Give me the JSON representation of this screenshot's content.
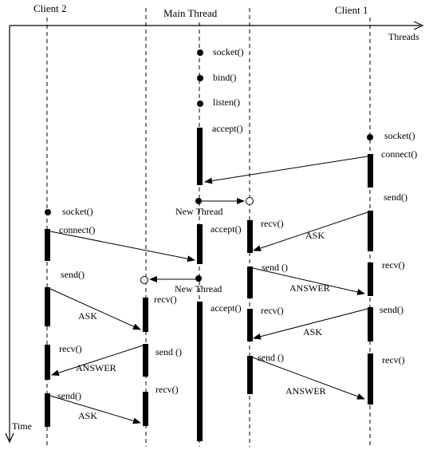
{
  "headers": {
    "client2": "Client 2",
    "main_thread": "Main Thread",
    "client1": "Client 1"
  },
  "axes": {
    "threads": "Threads",
    "time": "Time"
  },
  "main_thread": {
    "socket": "socket()",
    "bind": "bind()",
    "listen": "listen()",
    "accept": "accept()",
    "new_thread_1": "New Thread",
    "new_thread_2": "New Thread"
  },
  "client1": {
    "socket": "socket()",
    "connect": "connect()",
    "send_1": "send()",
    "recv_1": "recv()",
    "send_2": "send()",
    "recv_2": "recv()"
  },
  "client2": {
    "socket": "socket()",
    "connect": "connect()",
    "send_1": "send()",
    "recv_1": "recv()",
    "send_2": "send()"
  },
  "server_thread_1": {
    "accept": "accept()",
    "recv_1": "recv()",
    "send_1": "send ()",
    "accept_2": "accept()",
    "recv_2": "recv()",
    "send_2": "send ()"
  },
  "server_thread_2": {
    "recv_1": "recv()",
    "send_1": "send ()",
    "recv_2": "recv()"
  },
  "messages": {
    "ask_1": "ASK",
    "answer_1": "ANSWER",
    "ask_2": "ASK",
    "answer_2": "ANSWER",
    "ask_3": "ASK",
    "answer_3": "ANSWER",
    "ask_4": "ASK"
  }
}
